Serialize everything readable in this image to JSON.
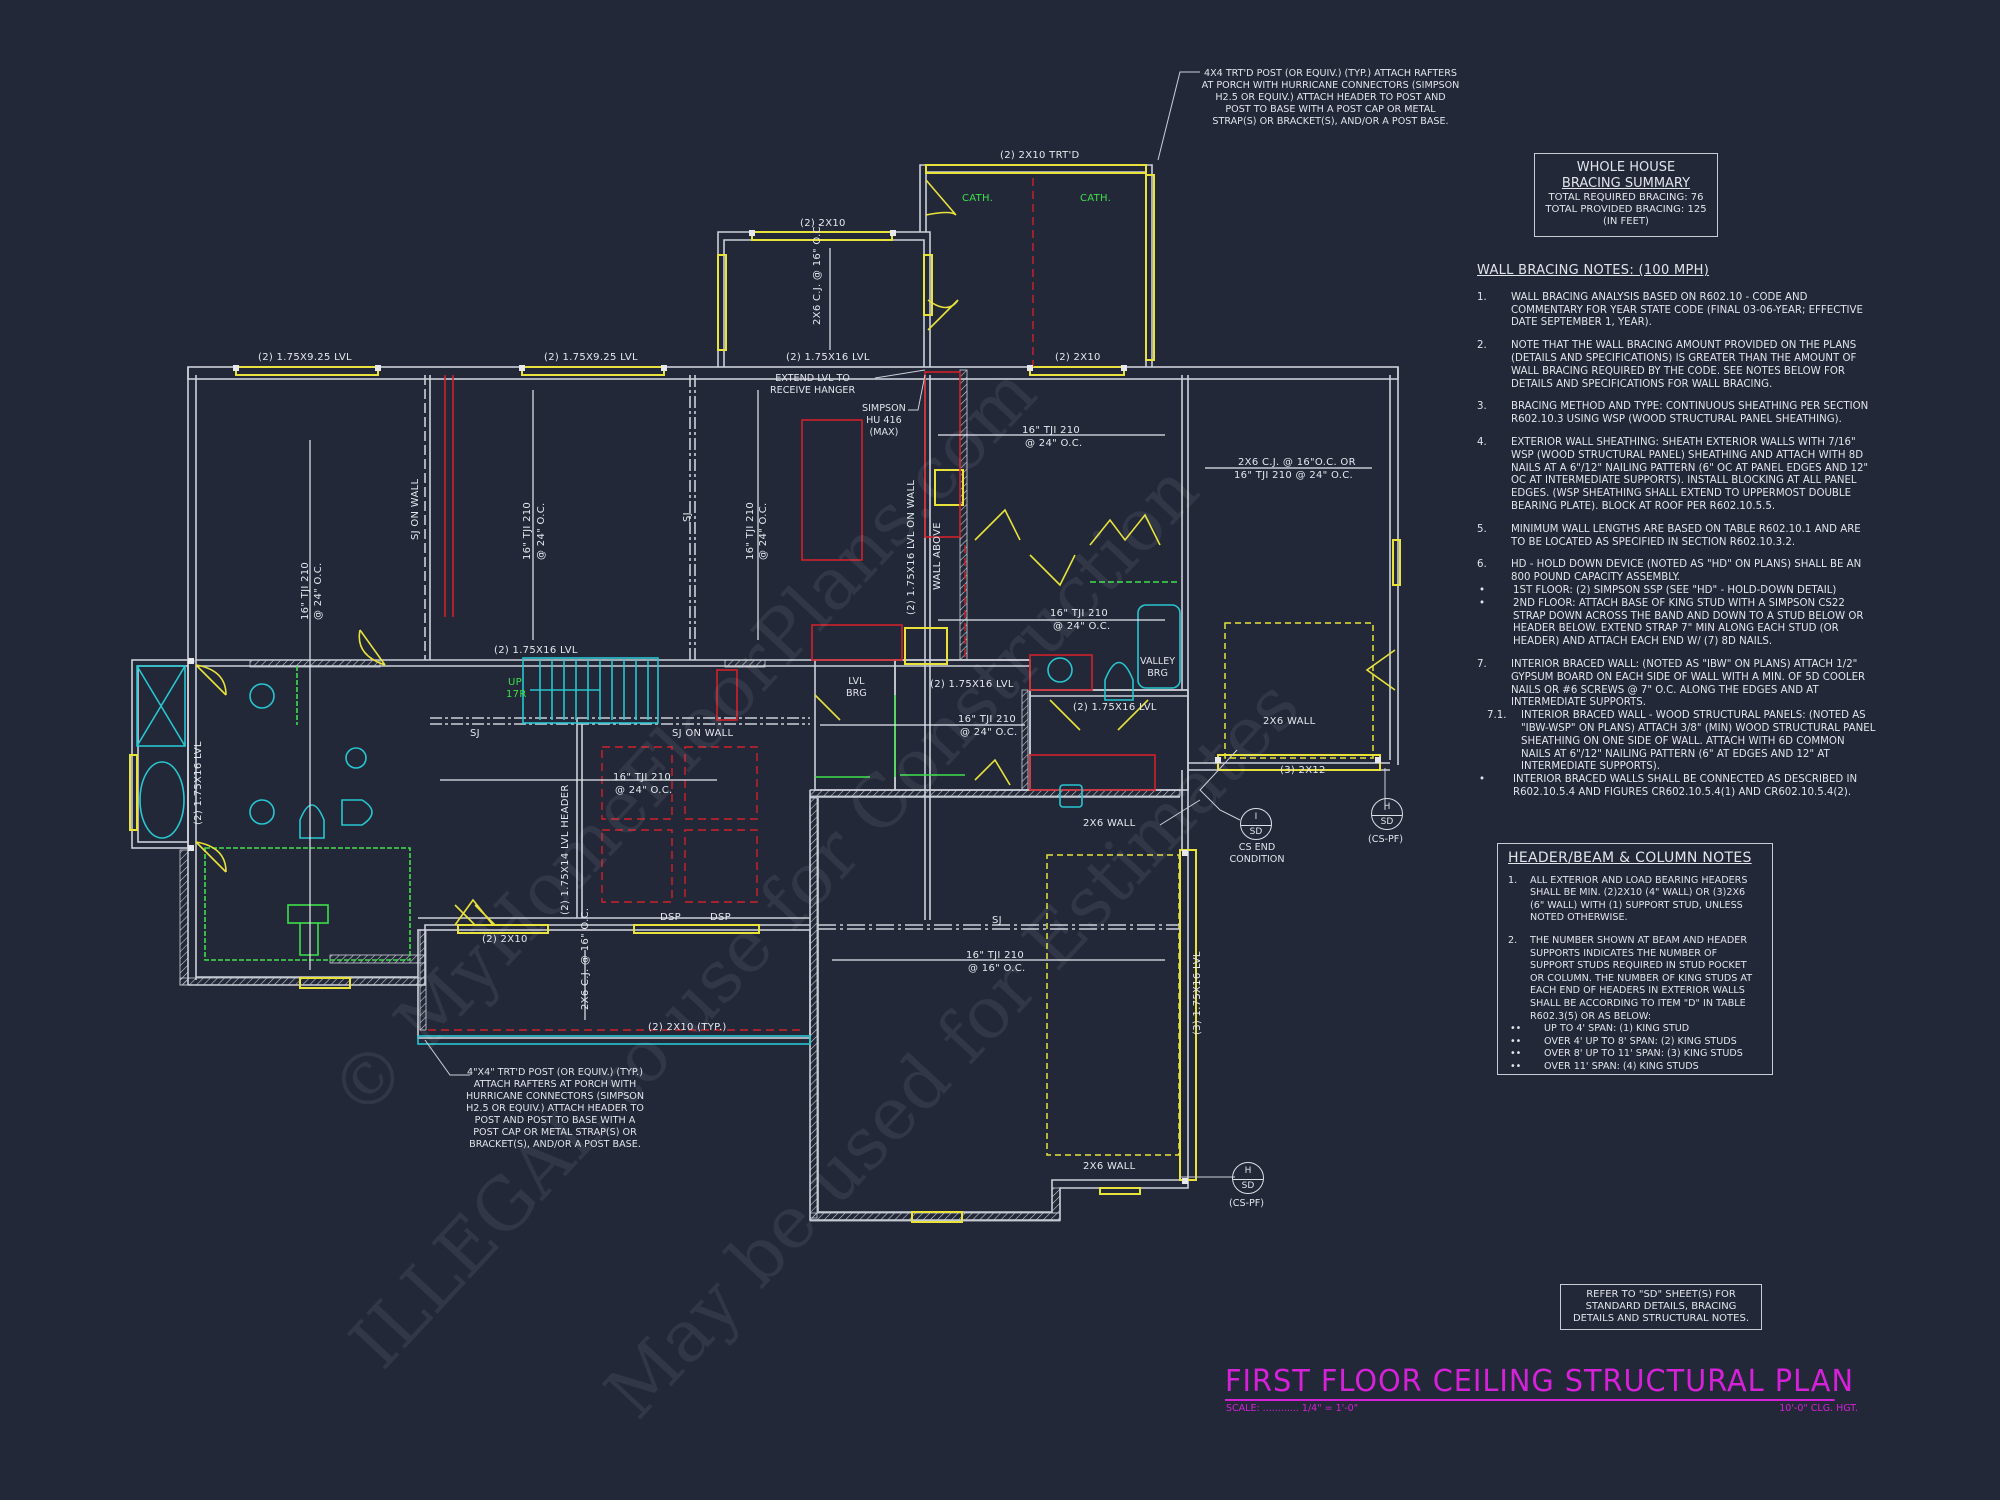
{
  "sheet": {
    "title": "FIRST FLOOR CEILING STRUCTURAL PLAN",
    "scale_label": "SCALE: ............ 1/4\" = 1'-0\"",
    "ceiling_height": "10'-0\" CLG. HGT.",
    "colors": {
      "background": "#222838",
      "walls": "#d0d3da",
      "beams": "#e8e23a",
      "title": "#d521d8",
      "fixtures": "#27c6d0",
      "cabinets": "#d0202a",
      "cath_label": "#3ee04a"
    }
  },
  "bracing_summary": {
    "title_line1": "WHOLE HOUSE",
    "title_line2": "BRACING SUMMARY",
    "required": "TOTAL REQUIRED BRACING: 76",
    "provided": "TOTAL PROVIDED BRACING: 125",
    "units": "(IN FEET)"
  },
  "wall_bracing_notes": {
    "title": "WALL BRACING NOTES: (100 MPH)",
    "items": [
      {
        "num": "1.",
        "text": "WALL BRACING ANALYSIS BASED ON R602.10 - CODE AND COMMENTARY FOR YEAR STATE CODE (FINAL 03-06-YEAR; EFFECTIVE DATE SEPTEMBER 1, YEAR)."
      },
      {
        "num": "2.",
        "text": "NOTE THAT THE WALL BRACING AMOUNT PROVIDED ON THE PLANS (DETAILS AND SPECIFICATIONS) IS GREATER THAN THE AMOUNT OF WALL BRACING REQUIRED BY THE CODE. SEE NOTES BELOW FOR DETAILS AND SPECIFICATIONS FOR WALL BRACING."
      },
      {
        "num": "3.",
        "text": "BRACING METHOD AND TYPE: CONTINUOUS SHEATHING PER SECTION R602.10.3 USING WSP (WOOD STRUCTURAL PANEL SHEATHING)."
      },
      {
        "num": "4.",
        "text": "EXTERIOR WALL SHEATHING: SHEATH EXTERIOR WALLS WITH 7/16\" WSP (WOOD STRUCTURAL PANEL) SHEATHING AND ATTACH WITH 8d NAILS AT A 6\"/12\" NAILING PATTERN (6\" OC AT PANEL EDGES AND 12\" OC AT INTERMEDIATE SUPPORTS). INSTALL BLOCKING AT ALL PANEL EDGES. (WSP SHEATHING SHALL EXTEND TO UPPERMOST DOUBLE BEARING PLATE). BLOCK AT ROOF PER R602.10.5.5."
      },
      {
        "num": "5.",
        "text": "MINIMUM WALL LENGTHS ARE BASED ON TABLE R602.10.1 AND ARE TO BE LOCATED AS SPECIFIED IN SECTION R602.10.3.2."
      },
      {
        "num": "6.",
        "text": "HD - HOLD DOWN DEVICE (NOTED AS \"HD\" ON PLANS) SHALL BE AN 800 POUND CAPACITY ASSEMBLY."
      },
      {
        "num": "•",
        "text": "1ST FLOOR: (2) SIMPSON SSP (SEE \"HD\" - HOLD-DOWN DETAIL)"
      },
      {
        "num": "•",
        "text": "2ND FLOOR: ATTACH BASE OF KING STUD WITH A SIMPSON CS22 STRAP DOWN ACROSS THE BAND AND DOWN TO A STUD BELOW OR HEADER BELOW.  EXTEND STRAP 7\" MIN ALONG EACH STUD (OR HEADER) AND ATTACH EACH END W/ (7) 8d NAILS."
      },
      {
        "num": "7.",
        "text": "INTERIOR BRACED WALL: (NOTED AS \"IBW\" ON PLANS) ATTACH 1/2\" GYPSUM BOARD ON EACH SIDE OF WALL WITH A MIN. OF 5d COOLER NAILS OR #6 SCREWS @ 7\" O.C. ALONG THE EDGES AND AT INTERMEDIATE SUPPORTS."
      },
      {
        "num": "7.1.",
        "text": "INTERIOR BRACED WALL - WOOD STRUCTURAL PANELS: (NOTED AS \"IBW-WSP\" ON PLANS) ATTACH 3/8\" (MIN) WOOD STRUCTURAL PANEL SHEATHING ON ONE SIDE OF WALL. ATTACH WITH 6d COMMON NAILS AT 6\"/12\" NAILING PATTERN (6\" AT EDGES AND 12\" AT INTERMEDIATE SUPPORTS)."
      },
      {
        "num": "•",
        "text": "INTERIOR BRACED WALLS SHALL BE CONNECTED AS DESCRIBED IN R602.10.5.4 AND FIGURES CR602.10.5.4(1) AND CR602.10.5.4(2)."
      }
    ]
  },
  "header_notes": {
    "title": "HEADER/BEAM & COLUMN NOTES",
    "items": [
      {
        "num": "1.",
        "text": "ALL EXTERIOR AND LOAD BEARING HEADERS SHALL BE MIN. (2)2x10 (4\" WALL) OR (3)2x6 (6\" WALL) WITH (1) SUPPORT STUD, UNLESS NOTED OTHERWISE."
      },
      {
        "num": "2.",
        "text": "THE NUMBER SHOWN AT BEAM AND HEADER SUPPORTS INDICATES THE NUMBER OF SUPPORT STUDS REQUIRED IN STUD POCKET OR COLUMN. THE NUMBER OF KING STUDS AT EACH END OF HEADERS IN EXTERIOR WALLS SHALL BE ACCORDING TO ITEM \"d\" IN TABLE R602.3(5) OR AS BELOW:"
      }
    ],
    "bullets": [
      "UP TO 4' SPAN: (1) KING STUD",
      "OVER 4' UP TO 8' SPAN: (2) KING STUDS",
      "OVER 8' UP TO 11' SPAN: (3) KING STUDS",
      "OVER 11' SPAN: (4) KING STUDS"
    ]
  },
  "refer_box": {
    "line1": "REFER TO \"SD\"  SHEET(S) FOR",
    "line2": "STANDARD DETAILS, BRACING",
    "line3": "DETAILS AND STRUCTURAL NOTES."
  },
  "callouts": {
    "top_post": [
      "4x4 TRT'D POST (OR EQUIV.) (TYP.) ATTACH RAFTERS",
      "AT PORCH WITH HURRICANE CONNECTORS (SIMPSON",
      "H2.5 OR EQUIV.) ATTACH HEADER TO POST AND",
      "POST TO BASE WITH A POST CAP OR METAL",
      "STRAP(S) OR BRACKET(S), AND/OR A POST BASE."
    ],
    "bottom_post": [
      "4\"x4\" TRT'D POST (OR EQUIV.) (TYP.)",
      "ATTACH RAFTERS AT PORCH WITH",
      "HURRICANE CONNECTORS (SIMPSON",
      "H2.5 OR EQUIV.) ATTACH HEADER TO",
      "POST AND POST TO BASE WITH A",
      "POST CAP OR METAL STRAP(S) OR",
      "BRACKET(S), AND/OR A POST BASE."
    ],
    "extend_lvl": [
      "EXTEND LVL TO",
      "RECEIVE HANGER"
    ],
    "simpson": [
      "SIMPSON",
      "HU 416",
      "(MAX)"
    ],
    "lvl_brg": [
      "LVL",
      "BRG"
    ],
    "valley_brg": [
      "VALLEY",
      "BRG"
    ],
    "cs_end": [
      "CS END",
      "CONDITION"
    ]
  },
  "plan_labels": {
    "porch_header": "(2) 2x10 TRT'D",
    "cath_left": "CATH.",
    "cath_right": "CATH.",
    "front_2x10": "(2) 2x10",
    "front_2x10_b": "(2) 2x10",
    "cj_16": "2x6 C.J. @ 16\" O.C.",
    "lvl_925_a": "(2) 1.75x9.25 LVL",
    "lvl_925_b": "(2) 1.75x9.25 LVL",
    "lvl_16_top": "(2) 1.75x16 LVL",
    "lvl_16_mid": "(2) 1.75x16 LVL",
    "lvl_16_right": "(2) 1.75x16 LVL",
    "lvl_16_bath": "(2) 1.75x16 LVL",
    "lvl_16_vert": "(2) 1.75x16 LVL",
    "lvl_on_wall": "(2) 1.75x16 LVL ON WALL",
    "wall_above": "WALL ABOVE",
    "sj_on_wall": "SJ ON WALL",
    "sj_on_wall_2": "SJ ON WALL",
    "sj": "SJ",
    "tji_24": "16\" TJI 210 @ 24\" O.C.",
    "tji_16": "16\" TJI 210 @ 16\" O.C.",
    "garage_joist_1": "2x6 C.J. @ 16\"O.C. OR",
    "garage_joist_2": "16\" TJI 210 @ 24\" O.C.",
    "wall_2x6": "2x6 WALL",
    "beam_3_2x12": "(3) 2x12",
    "beam_3_lvl": "(3) 1.75x16 LVL",
    "lvl_header_14": "(2) 1.75x14 LVL HEADER",
    "dsp": "DSP",
    "porch_2x10_typ": "(2) 2x10 (TYP.)",
    "stair_up": "UP",
    "stair_risers": "17R",
    "tji_label": "16\" TJI 210",
    "oc_24": "@ 24\" O.C.",
    "oc_16": "@ 16\" O.C."
  },
  "section_marks": [
    {
      "top": "I",
      "bottom": "SD",
      "caption": "CS END CONDITION"
    },
    {
      "top": "H",
      "bottom": "SD",
      "caption": "(CS-PF)"
    },
    {
      "top": "H",
      "bottom": "SD",
      "caption": "(CS-PF)"
    }
  ],
  "watermark": {
    "line1": "© MyHomeFloorPlans.com",
    "line2": "ILLEGAL to use for Construction",
    "line3": "May be used for Estimates"
  }
}
